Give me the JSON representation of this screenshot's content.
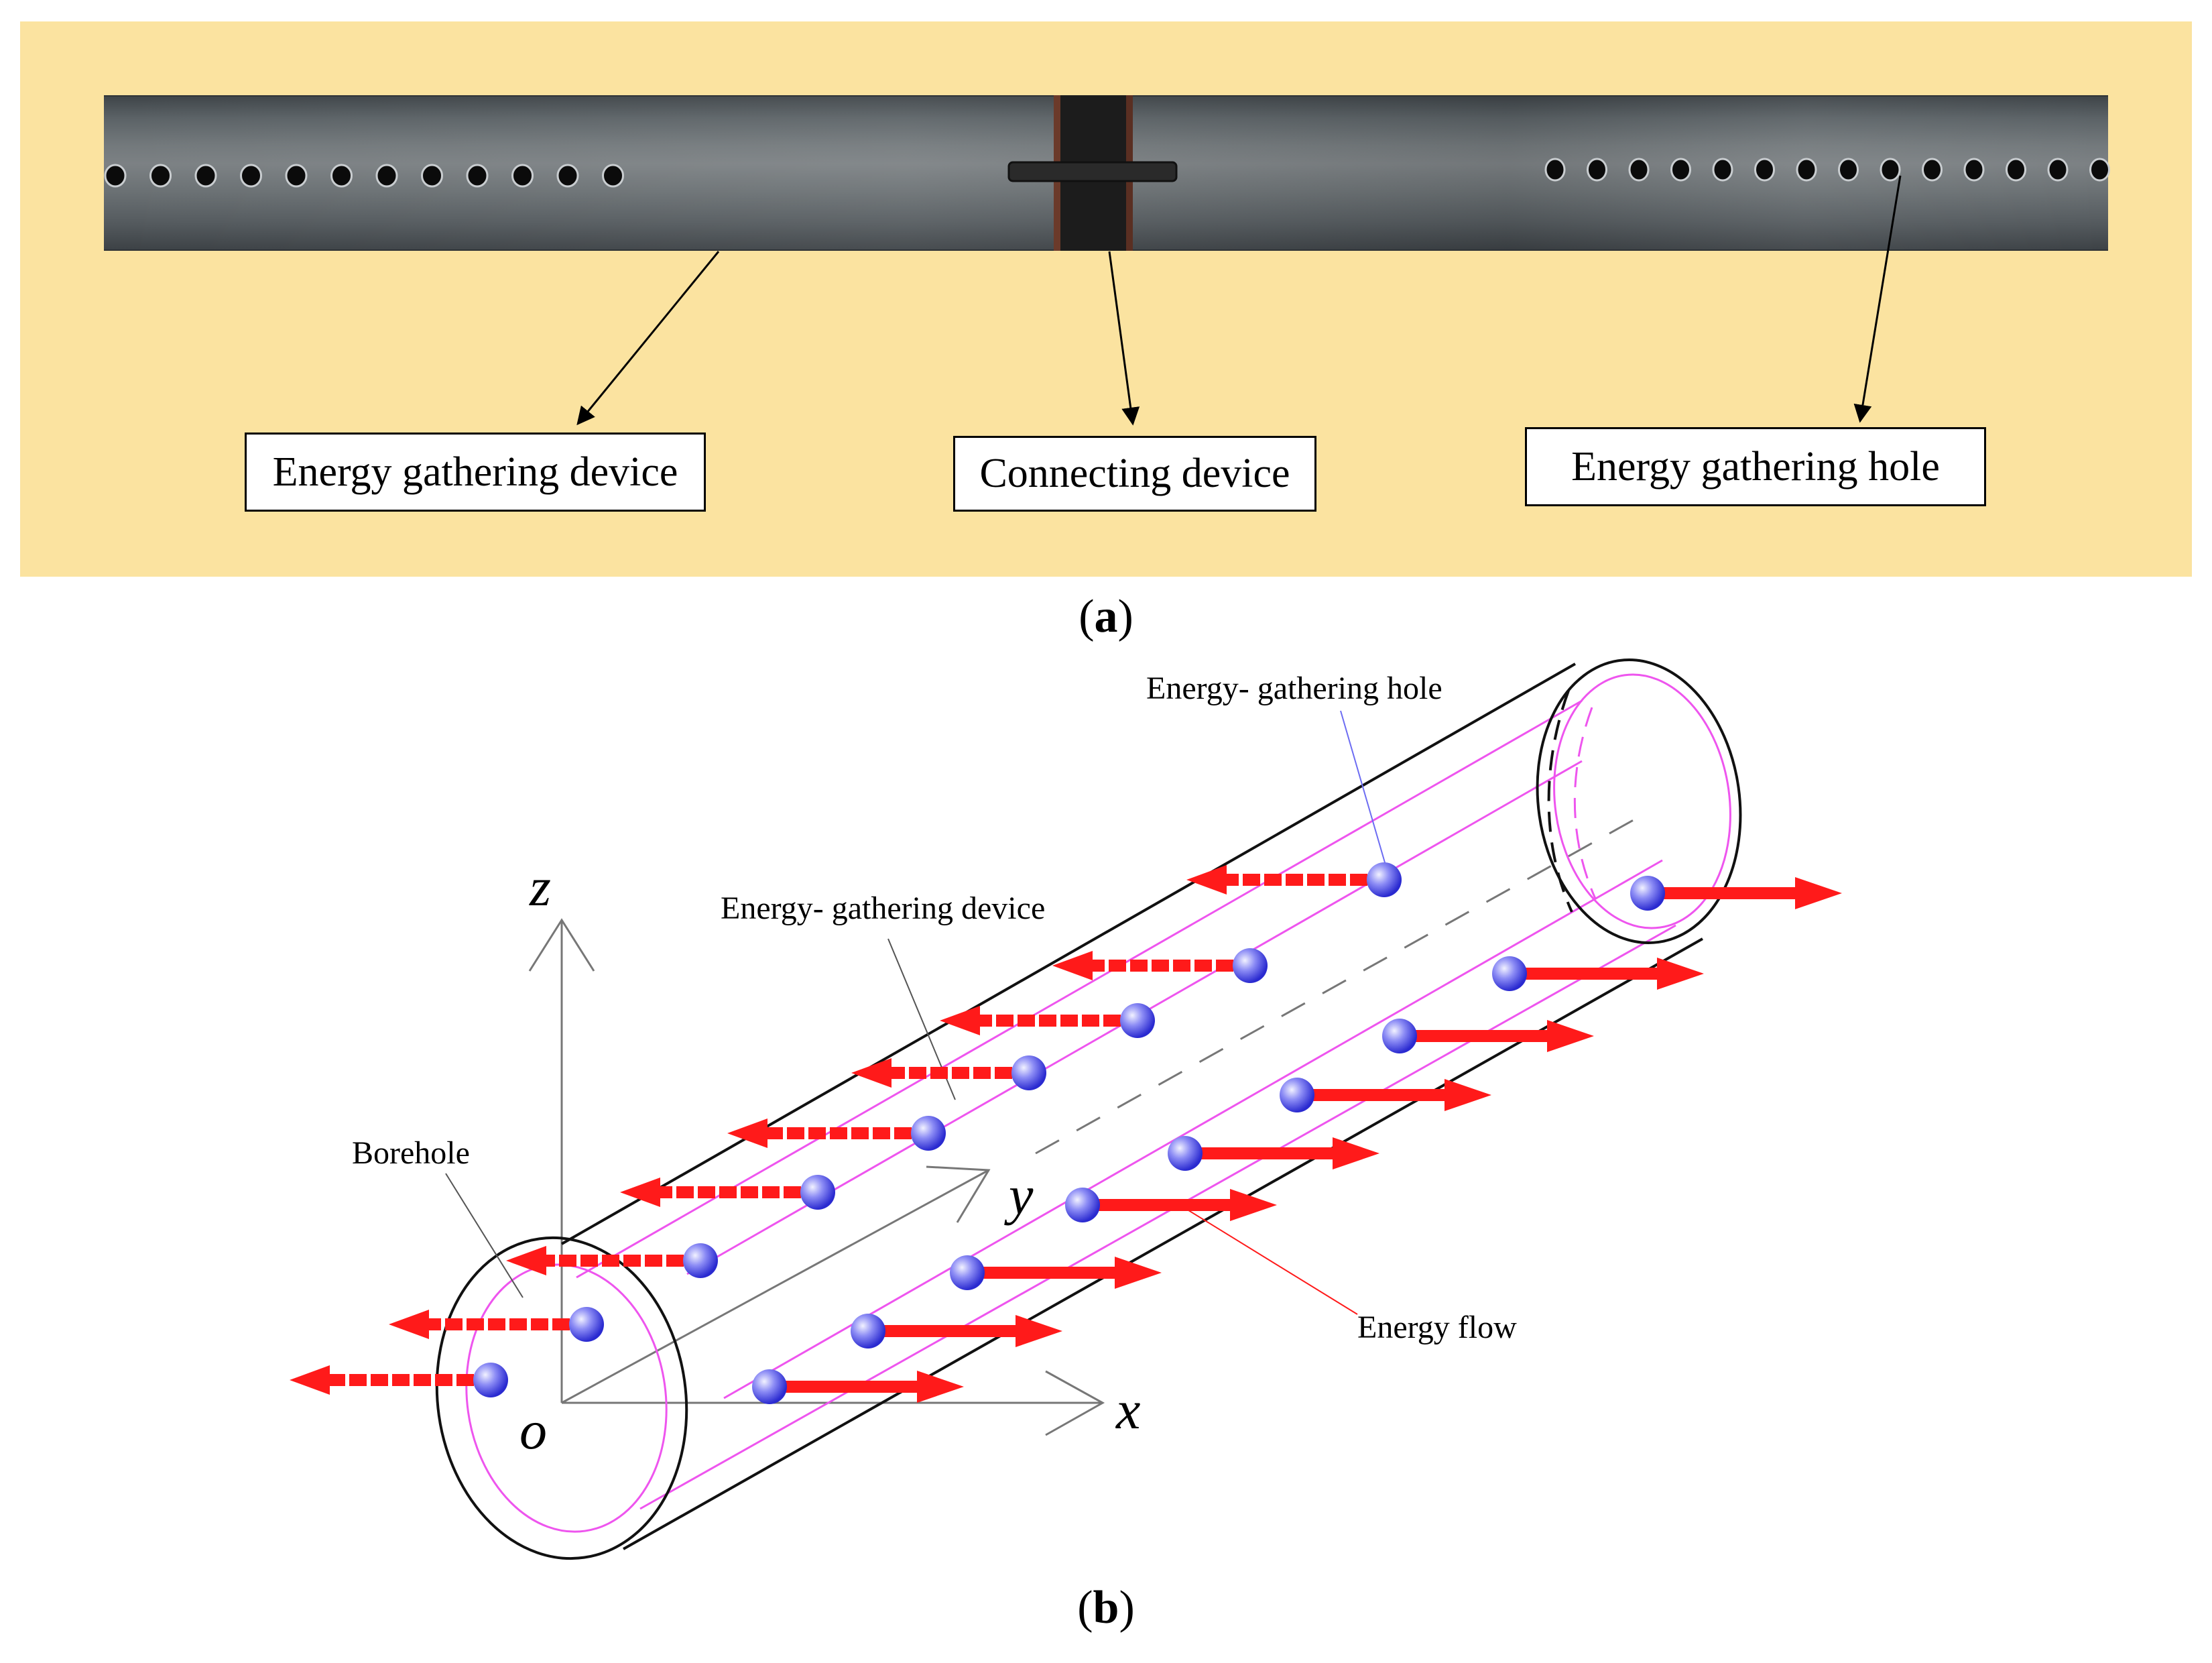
{
  "panel_a": {
    "background_color": "#fbe3a0",
    "labels": {
      "device": "Energy gathering device",
      "connector": "Connecting device",
      "hole": "Energy gathering hole"
    },
    "caption_letter": "a"
  },
  "panel_b": {
    "labels": {
      "hole": "Energy- gathering hole",
      "device": "Energy- gathering device",
      "borehole": "Borehole",
      "flow": "Energy flow"
    },
    "axes": {
      "z": "z",
      "y": "y",
      "x": "x",
      "origin": "o"
    },
    "colors": {
      "arrow": "#ff1a1a",
      "ball": "#6c6cf2",
      "inner": "#ee55ee"
    },
    "caption_letter": "b"
  }
}
